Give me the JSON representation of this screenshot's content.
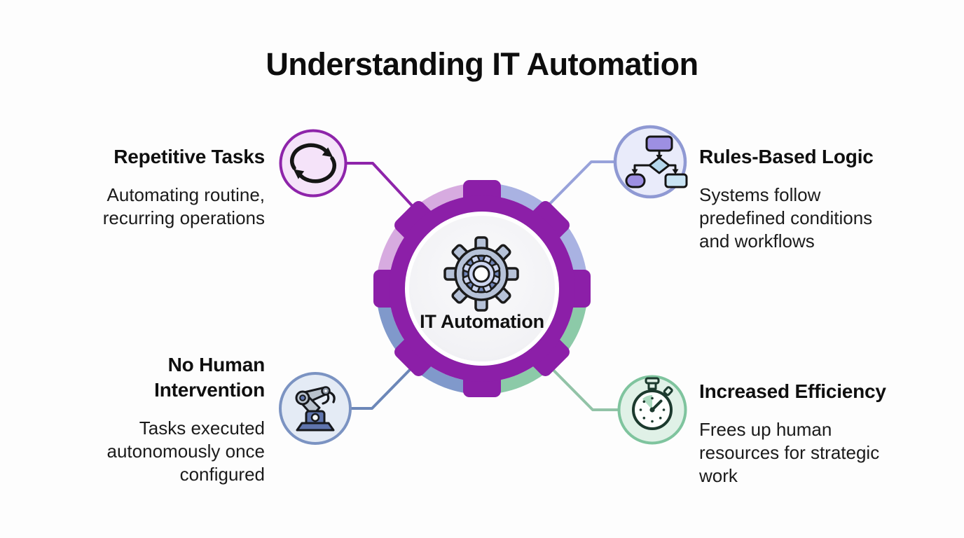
{
  "title": "Understanding IT Automation",
  "center": {
    "label": "IT Automation",
    "icon": "gear-icon",
    "ring_color": "#8C1FA8",
    "arc_colors": {
      "top_left": "#D7ABE0",
      "top_right": "#A9B2E2",
      "bottom_right": "#8CCAA8",
      "bottom_left": "#8099CB"
    }
  },
  "nodes": {
    "top_left": {
      "title_lines": [
        "Repetitive Tasks"
      ],
      "desc_lines": [
        "Automating routine,",
        "recurring operations"
      ],
      "icon": "refresh-cycle-icon",
      "accent": "#8E24AA",
      "circle_fill": "#F5E3F9",
      "connector_color": "#8E24AA"
    },
    "top_right": {
      "title_lines": [
        "Rules-Based Logic"
      ],
      "desc_lines": [
        "Systems follow",
        "predefined conditions",
        "and workflows"
      ],
      "icon": "flowchart-icon",
      "accent": "#8F99D3",
      "circle_fill": "#E9EBFA",
      "connector_color": "#98A2DA"
    },
    "bottom_left": {
      "title_lines": [
        "No Human",
        "Intervention"
      ],
      "desc_lines": [
        "Tasks executed",
        "autonomously once",
        "configured"
      ],
      "icon": "robot-arm-icon",
      "accent": "#7B93C2",
      "circle_fill": "#E4EBF5",
      "connector_color": "#6C87B8"
    },
    "bottom_right": {
      "title_lines": [
        "Increased Efficiency"
      ],
      "desc_lines": [
        "Frees up human",
        "resources for strategic",
        "work"
      ],
      "icon": "stopwatch-icon",
      "accent": "#7FC49E",
      "circle_fill": "#E0F1E7",
      "connector_color": "#92C3A7"
    }
  }
}
